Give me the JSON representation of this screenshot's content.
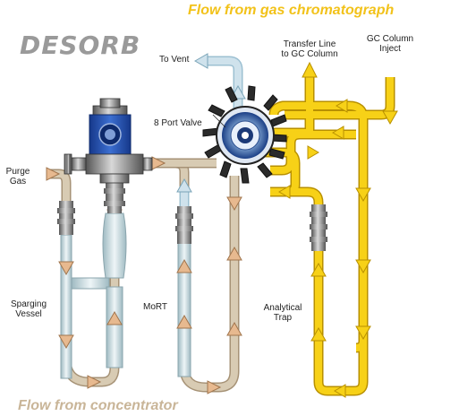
{
  "titles": {
    "gas_flow": "Flow from gas chromatograph",
    "mode": "DESORB",
    "concentrator_flow": "Flow from concentrator"
  },
  "labels": {
    "to_vent": "To Vent",
    "transfer_line_1": "Transfer Line",
    "transfer_line_2": "to GC Column",
    "gc_inject_1": "GC Column",
    "gc_inject_2": "Inject",
    "port_valve": "8 Port Valve",
    "purge_gas_1": "Purge",
    "purge_gas_2": "Gas",
    "sparging_1": "Sparging",
    "sparging_2": "Vessel",
    "mort": "MoRT",
    "trap_1": "Analytical",
    "trap_2": "Trap"
  },
  "colors": {
    "gas_flow": "#F7D117",
    "concentrator_flow": "#D8CBB3",
    "vent_flow": "#CFE2EC",
    "valve_body": "#1F4FA8",
    "arrow_tan": "#E7B98F"
  }
}
